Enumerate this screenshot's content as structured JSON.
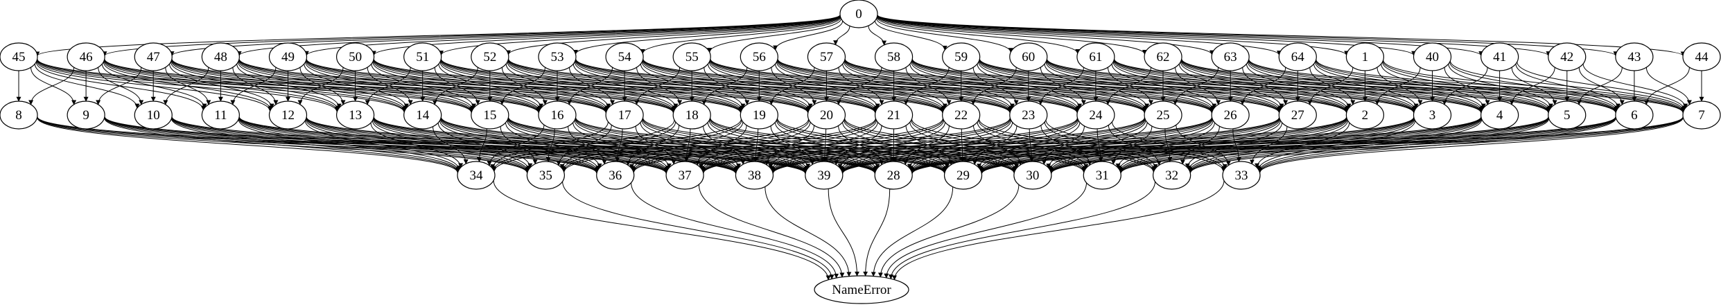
{
  "diagram": {
    "type": "directed-graph",
    "root": "0",
    "sink": "NameError",
    "colors": {
      "edge": "#000000",
      "node_stroke": "#000000",
      "error_stroke": "#ff0000",
      "background": "#ffffff"
    },
    "layers": [
      [
        "0"
      ],
      [
        "45",
        "46",
        "47",
        "48",
        "49",
        "50",
        "51",
        "52",
        "53",
        "54",
        "55",
        "56",
        "57",
        "58",
        "59",
        "60",
        "61",
        "62",
        "63",
        "64",
        "1",
        "40",
        "41",
        "42",
        "43",
        "44"
      ],
      [
        "8",
        "9",
        "10",
        "11",
        "12",
        "13",
        "14",
        "15",
        "16",
        "17",
        "18",
        "19",
        "20",
        "21",
        "22",
        "23",
        "24",
        "25",
        "26",
        "27",
        "2",
        "3",
        "4",
        "5",
        "6",
        "7"
      ],
      [
        "34",
        "35",
        "36",
        "37",
        "38",
        "39",
        "28",
        "29",
        "30",
        "31",
        "32",
        "33"
      ],
      [
        "NameError"
      ]
    ]
  }
}
